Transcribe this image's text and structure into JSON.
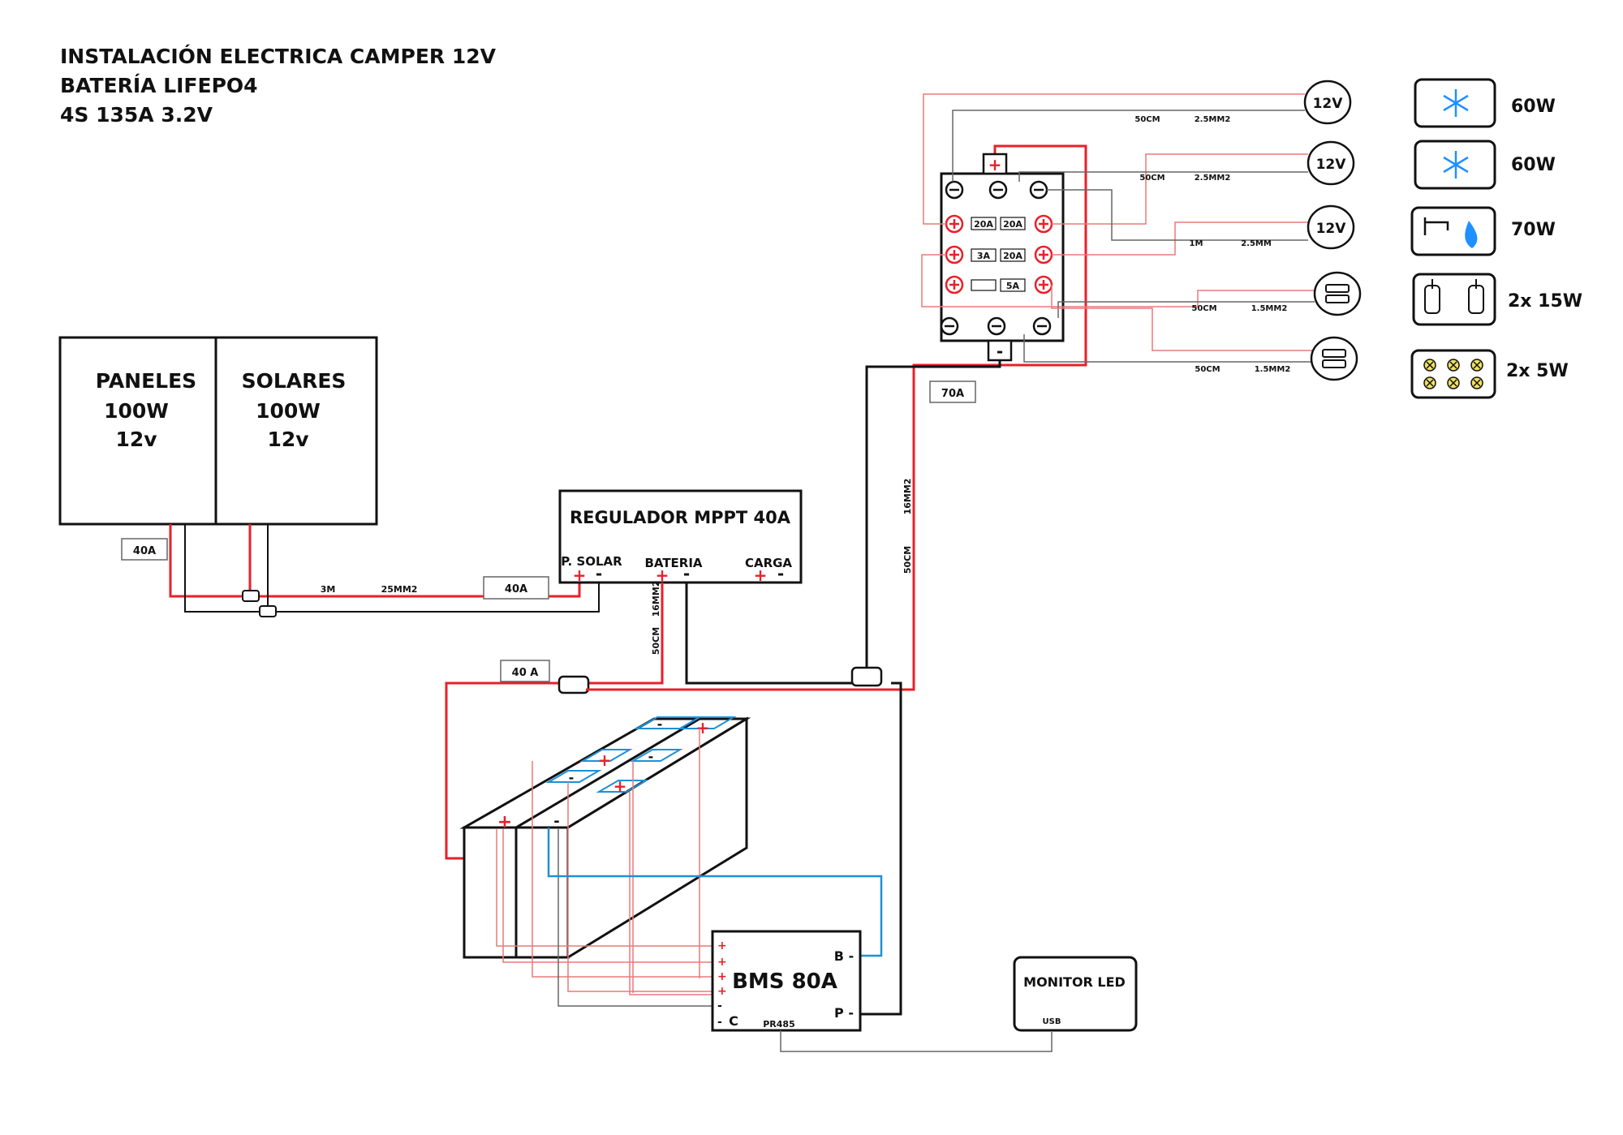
{
  "title": {
    "line1": "INSTALACIÓN ELECTRICA CAMPER 12V",
    "line2": "BATERÍA LIFEPO4",
    "line3": "4S  135A   3.2V"
  },
  "colors": {
    "positive_wire": "#e8202a",
    "thin_positive_wire": "#e87a7a",
    "negative_wire": "#1a1a1a",
    "thin_negative_wire": "#666666",
    "balance_wire": "#1e90d6",
    "icon_blue": "#1e90ff",
    "led_yellow": "#f0e060"
  },
  "panels": {
    "left": {
      "name": "PANELES",
      "power": "100W",
      "voltage": "12v"
    },
    "right": {
      "name": "SOLARES",
      "power": "100W",
      "voltage": "12v"
    },
    "fuse": "40A"
  },
  "solar_cable": {
    "length": "3M",
    "section": "25MM2",
    "fuse": "40A"
  },
  "regulator": {
    "title": "REGULADOR  MPPT 40A",
    "solar": "P. SOLAR",
    "battery": "BATERIA",
    "load": "CARGA",
    "plus": "+",
    "minus": "-"
  },
  "regulator_battery_cable": {
    "length": "50CM",
    "section": "16MM2"
  },
  "battery_fuse": "40 A",
  "main_cable": {
    "length": "50CM",
    "section": "16MM2",
    "fuse": "70A"
  },
  "fuse_box": {
    "fuses": [
      "20A",
      "20A",
      "3A",
      "20A",
      "5A"
    ],
    "plus": "+",
    "minus": "-"
  },
  "circuits": [
    {
      "label": "12V",
      "length": "50CM",
      "section": "2.5MM2",
      "power": "60W",
      "icon": "snowflake-icon"
    },
    {
      "label": "12V",
      "length": "50CM",
      "section": "2.5MM2",
      "power": "60W",
      "icon": "snowflake-icon"
    },
    {
      "label": "12V",
      "length": "1M",
      "section": "2.5MM",
      "power": "70W",
      "icon": "water-heater-icon"
    },
    {
      "label": "",
      "length": "50CM",
      "section": "1.5MM2",
      "power": "2x  15W",
      "icon": "usb-socket-icon"
    },
    {
      "label": "",
      "length": "50CM",
      "section": "1.5MM2",
      "power": "2x  5W",
      "icon": "led-light-icon"
    }
  ],
  "battery": {
    "plus": "+",
    "minus": "-"
  },
  "bms": {
    "title": "BMS 80A",
    "b": "B -",
    "p": "P -",
    "c": "C",
    "comm": "PR485",
    "plus": "+",
    "minus": "-"
  },
  "monitor": {
    "title": "MONITOR LED",
    "port": "USB"
  }
}
